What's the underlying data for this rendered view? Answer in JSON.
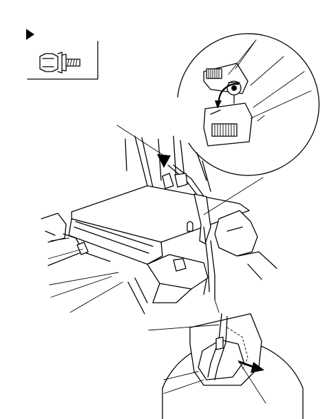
{
  "figure": {
    "legend_symbol": "triangle-pointer",
    "legend_part": "flange-bolt",
    "callout_count": 12
  },
  "colors": {
    "ink": "#000000",
    "paper": "#ffffff"
  }
}
